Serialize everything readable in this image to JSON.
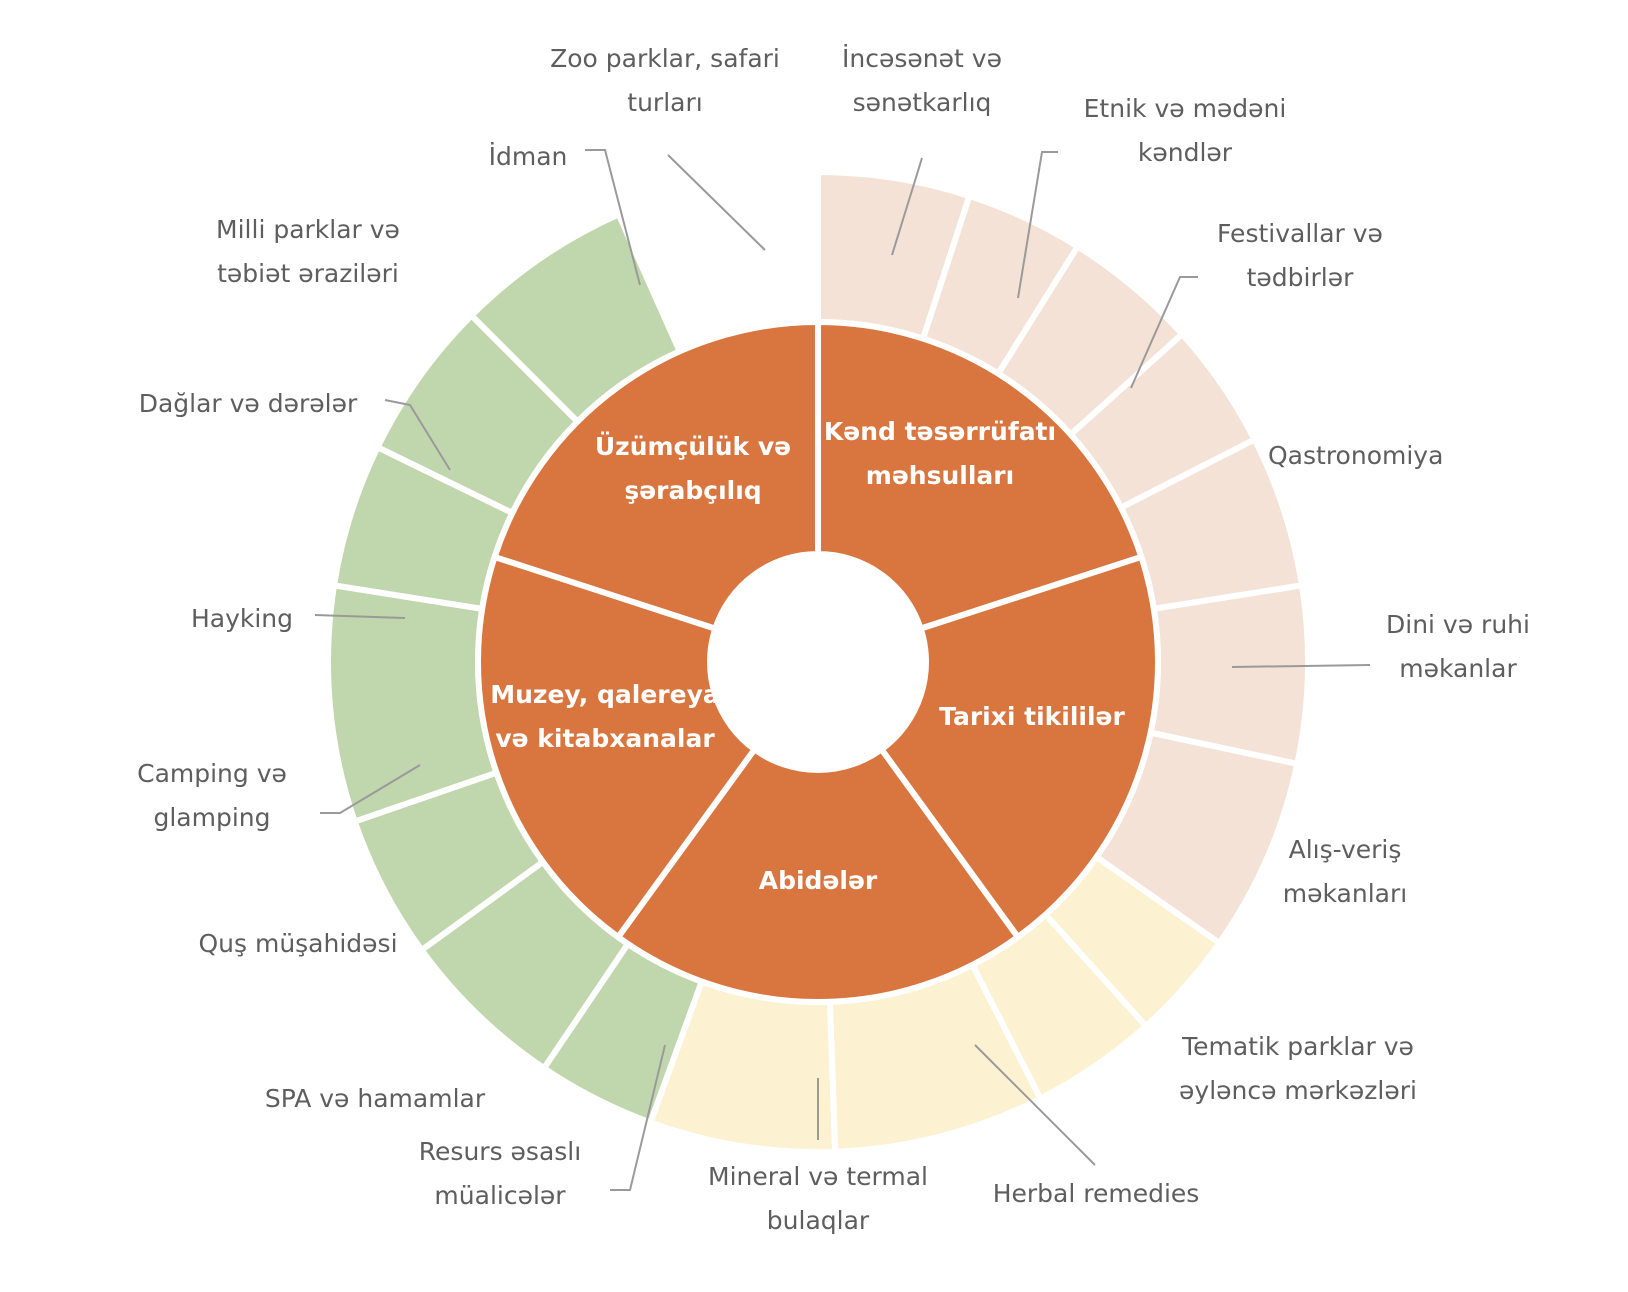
{
  "colors": {
    "inner": "#d9753f",
    "green": "#c0d7ad",
    "peach": "#f5e2d6",
    "yellow": "#fcf1d1",
    "leader": "#9a9a9a",
    "outer_text": "#5e5e5e",
    "inner_text": "#ffffff"
  },
  "inner_segments": [
    {
      "id": "kend",
      "lines": [
        "Kənd təsərrüfatı",
        "məhsulları"
      ]
    },
    {
      "id": "tarixi",
      "lines": [
        "Tarixi tikililər"
      ]
    },
    {
      "id": "abideler",
      "lines": [
        "Abidələr"
      ]
    },
    {
      "id": "muzey",
      "lines": [
        "Muzey, qalereya",
        "və kitabxanalar"
      ]
    },
    {
      "id": "uzum",
      "lines": [
        "Üzümçülük və",
        "şərabçılıq"
      ]
    }
  ],
  "outer_segments": [
    {
      "id": "incesenet",
      "group": "peach",
      "lines": [
        "İncəsənət və",
        "sənətkarlıq"
      ]
    },
    {
      "id": "etnik",
      "group": "peach",
      "lines": [
        "Etnik və mədəni",
        "kəndlər"
      ]
    },
    {
      "id": "festival",
      "group": "peach",
      "lines": [
        "Festivallar və",
        "tədbirlər"
      ]
    },
    {
      "id": "qastronomiya",
      "group": "peach",
      "lines": [
        "Qastronomiya"
      ]
    },
    {
      "id": "dini",
      "group": "peach",
      "lines": [
        "Dini və ruhi",
        "məkanlar"
      ]
    },
    {
      "id": "alisveris",
      "group": "peach",
      "lines": [
        "Alış-veriş",
        "məkanları"
      ]
    },
    {
      "id": "tematik",
      "group": "peach",
      "lines": [
        "Tematik parklar və",
        "əyləncə mərkəzləri"
      ]
    },
    {
      "id": "herbal",
      "group": "yellow",
      "lines": [
        "Herbal remedies"
      ]
    },
    {
      "id": "mineral",
      "group": "yellow",
      "lines": [
        "Mineral və termal",
        "bulaqlar"
      ]
    },
    {
      "id": "resurs",
      "group": "yellow",
      "lines": [
        "Resurs əsaslı",
        "müalicələr"
      ]
    },
    {
      "id": "spa",
      "group": "yellow",
      "lines": [
        "SPA və hamamlar"
      ]
    },
    {
      "id": "qus",
      "group": "green",
      "lines": [
        "Quş müşahidəsi"
      ]
    },
    {
      "id": "camping",
      "group": "green",
      "lines": [
        "Camping və",
        "glamping"
      ]
    },
    {
      "id": "hayking",
      "group": "green",
      "lines": [
        "Hayking"
      ]
    },
    {
      "id": "daglar",
      "group": "green",
      "lines": [
        "Dağlar və dərələr"
      ]
    },
    {
      "id": "milli",
      "group": "green",
      "lines": [
        "Milli parklar və",
        "təbiət əraziləri"
      ]
    },
    {
      "id": "idman",
      "group": "green",
      "lines": [
        "İdman"
      ]
    },
    {
      "id": "zoo",
      "group": "green",
      "lines": [
        "Zoo parklar, safari",
        "turları"
      ]
    }
  ]
}
